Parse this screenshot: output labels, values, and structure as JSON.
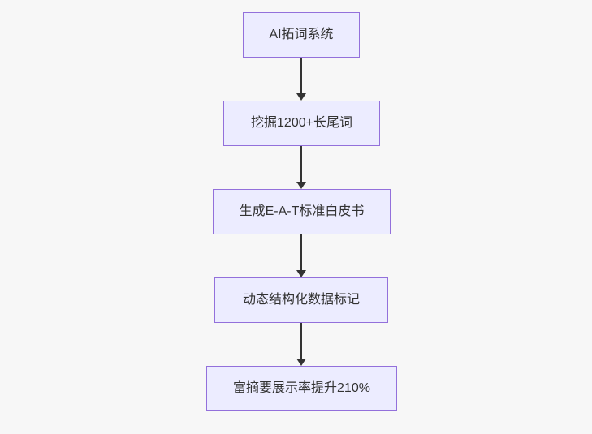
{
  "diagram": {
    "type": "flowchart-top-down",
    "steps": [
      {
        "label": "AI拓词系统"
      },
      {
        "label": "挖掘1200+长尾词"
      },
      {
        "label": "生成E-A-T标准白皮书"
      },
      {
        "label": "动态结构化数据标记"
      },
      {
        "label": "富摘要展示率提升210%"
      }
    ],
    "connectors": [
      {
        "from": 0,
        "to": 1,
        "style": "arrow-down"
      },
      {
        "from": 1,
        "to": 2,
        "style": "arrow-down"
      },
      {
        "from": 2,
        "to": 3,
        "style": "arrow-down"
      },
      {
        "from": 3,
        "to": 4,
        "style": "arrow-down"
      }
    ],
    "colors": {
      "node_fill": "#ECECFF",
      "node_border": "#9370DB",
      "arrow": "#333333",
      "text": "#333333",
      "background": "#f7f7f7"
    }
  }
}
